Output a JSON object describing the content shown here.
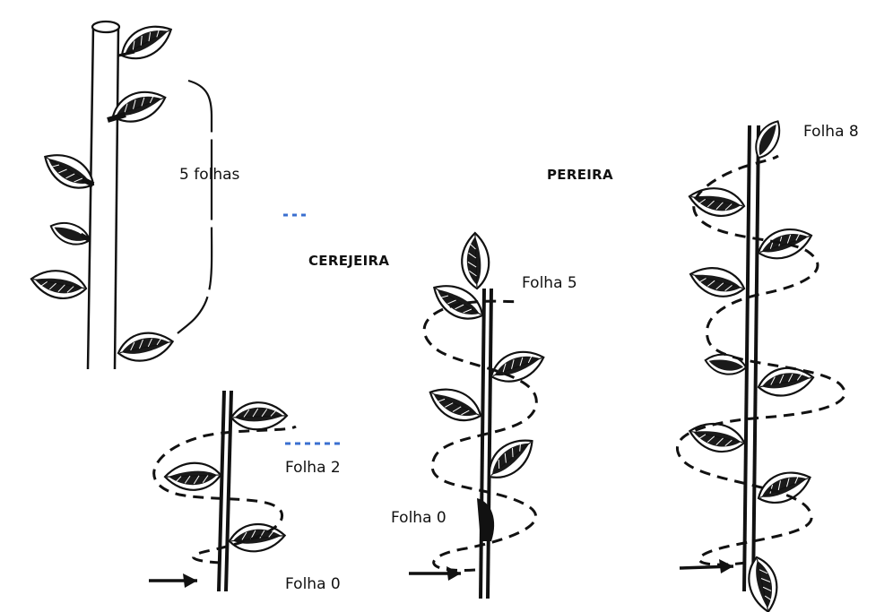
{
  "labels": {
    "five_leaves": "5 folhas",
    "cerejeira": "CEREJEIRA",
    "pereira": "PEREIRA",
    "folha_5": "Folha 5",
    "folha_8": "Folha 8",
    "folha_2": "Folha 2",
    "folha_0_cherry": "Folha 0",
    "folha_0_small": "Folha 0"
  },
  "colors": {
    "ink": "#111111",
    "background": "#ffffff",
    "accent_blue": "#3a6fd0"
  }
}
